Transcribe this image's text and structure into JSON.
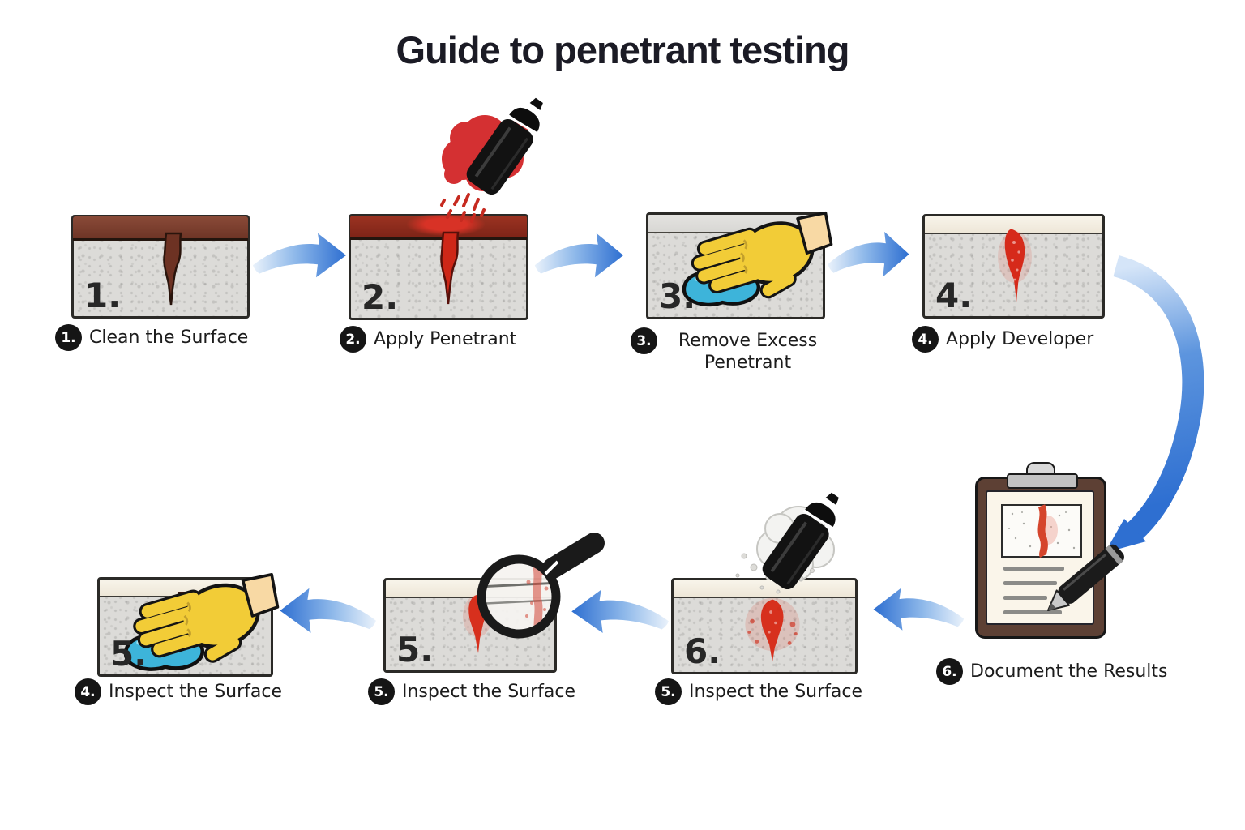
{
  "title": "Guide to penetrant testing",
  "steps": {
    "clean": {
      "block_number": "1.",
      "badge": "1.",
      "caption": "Clean the Surface"
    },
    "apply_penetrant": {
      "block_number": "2.",
      "badge": "2.",
      "caption": "Apply Penetrant"
    },
    "remove_excess": {
      "block_number": "3.",
      "badge": "3.",
      "caption": "Remove Excess Penetrant"
    },
    "apply_developer": {
      "block_number": "4.",
      "badge": "4.",
      "caption": "Apply Developer"
    },
    "inspect_spray": {
      "block_number": "6.",
      "badge": "5.",
      "caption": "Inspect the Surface"
    },
    "inspect_magnify": {
      "block_number": "5.",
      "badge": "5.",
      "caption": "Inspect the Surface"
    },
    "inspect_wipe": {
      "block_number": "5.",
      "badge": "4.",
      "caption": "Inspect the Surface"
    },
    "document": {
      "badge": "6.",
      "caption": "Document the Results"
    }
  },
  "icons": {
    "spray_can": "aerosol-spray-can",
    "red_spray_cloud": "red-penetrant-spray",
    "white_spray_cloud": "white-developer-spray",
    "glove": "protective-glove-with-wiping-cloth",
    "magnifier": "magnifying-glass",
    "clipboard": "clipboard-with-pen",
    "flow_arrow": "blue-flow-arrow"
  },
  "colors": {
    "arrow_blue": "#2e6fd1",
    "penetrant_red": "#d4301f",
    "dirty_surface_brown": "#6f3526",
    "glove_yellow": "#f2cc37",
    "cloth_blue": "#3db4da",
    "block_gray": "#dcdbd8",
    "clipboard_brown": "#5d4034",
    "paper_cream": "#faf5ea",
    "can_black": "#151515",
    "text_dark": "#1c1c1c"
  }
}
